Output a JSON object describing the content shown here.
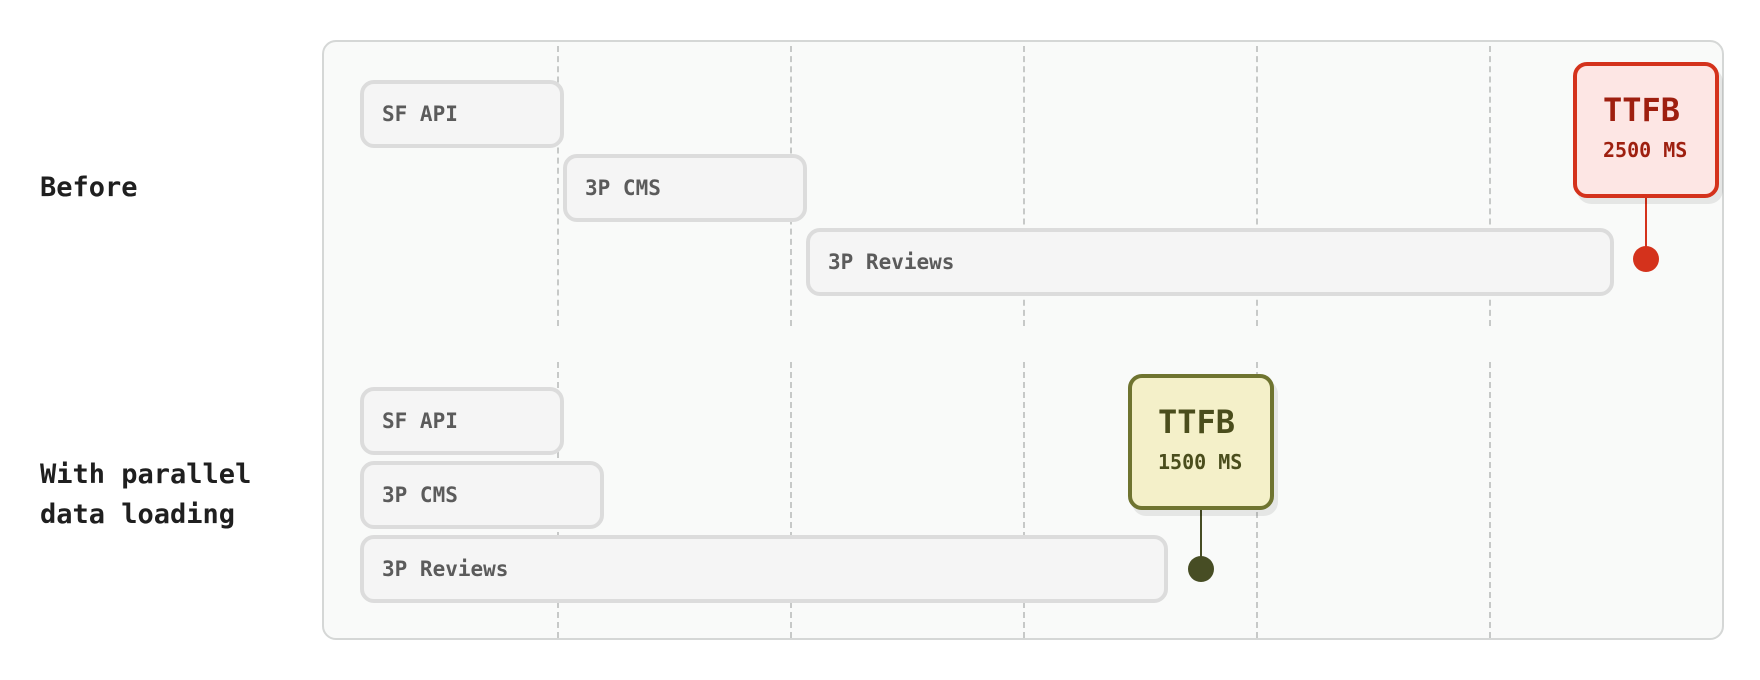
{
  "colors": {
    "before_accent": "#d4321c",
    "before_fill": "#fde6e4",
    "before_text": "#9e1f0f",
    "parallel_accent": "#6f7430",
    "parallel_fill": "#f4f0c9",
    "parallel_text": "#4a4d1c",
    "marker_parallel": "#474d24"
  },
  "before": {
    "label": "Before",
    "bars": [
      {
        "label": "SF API"
      },
      {
        "label": "3P CMS"
      },
      {
        "label": "3P Reviews"
      }
    ],
    "ttfb": {
      "title": "TTFB",
      "value": "2500 MS"
    }
  },
  "parallel": {
    "label": "With parallel\ndata loading",
    "bars": [
      {
        "label": "SF API"
      },
      {
        "label": "3P CMS"
      },
      {
        "label": "3P Reviews"
      }
    ],
    "ttfb": {
      "title": "TTFB",
      "value": "1500 MS"
    }
  }
}
